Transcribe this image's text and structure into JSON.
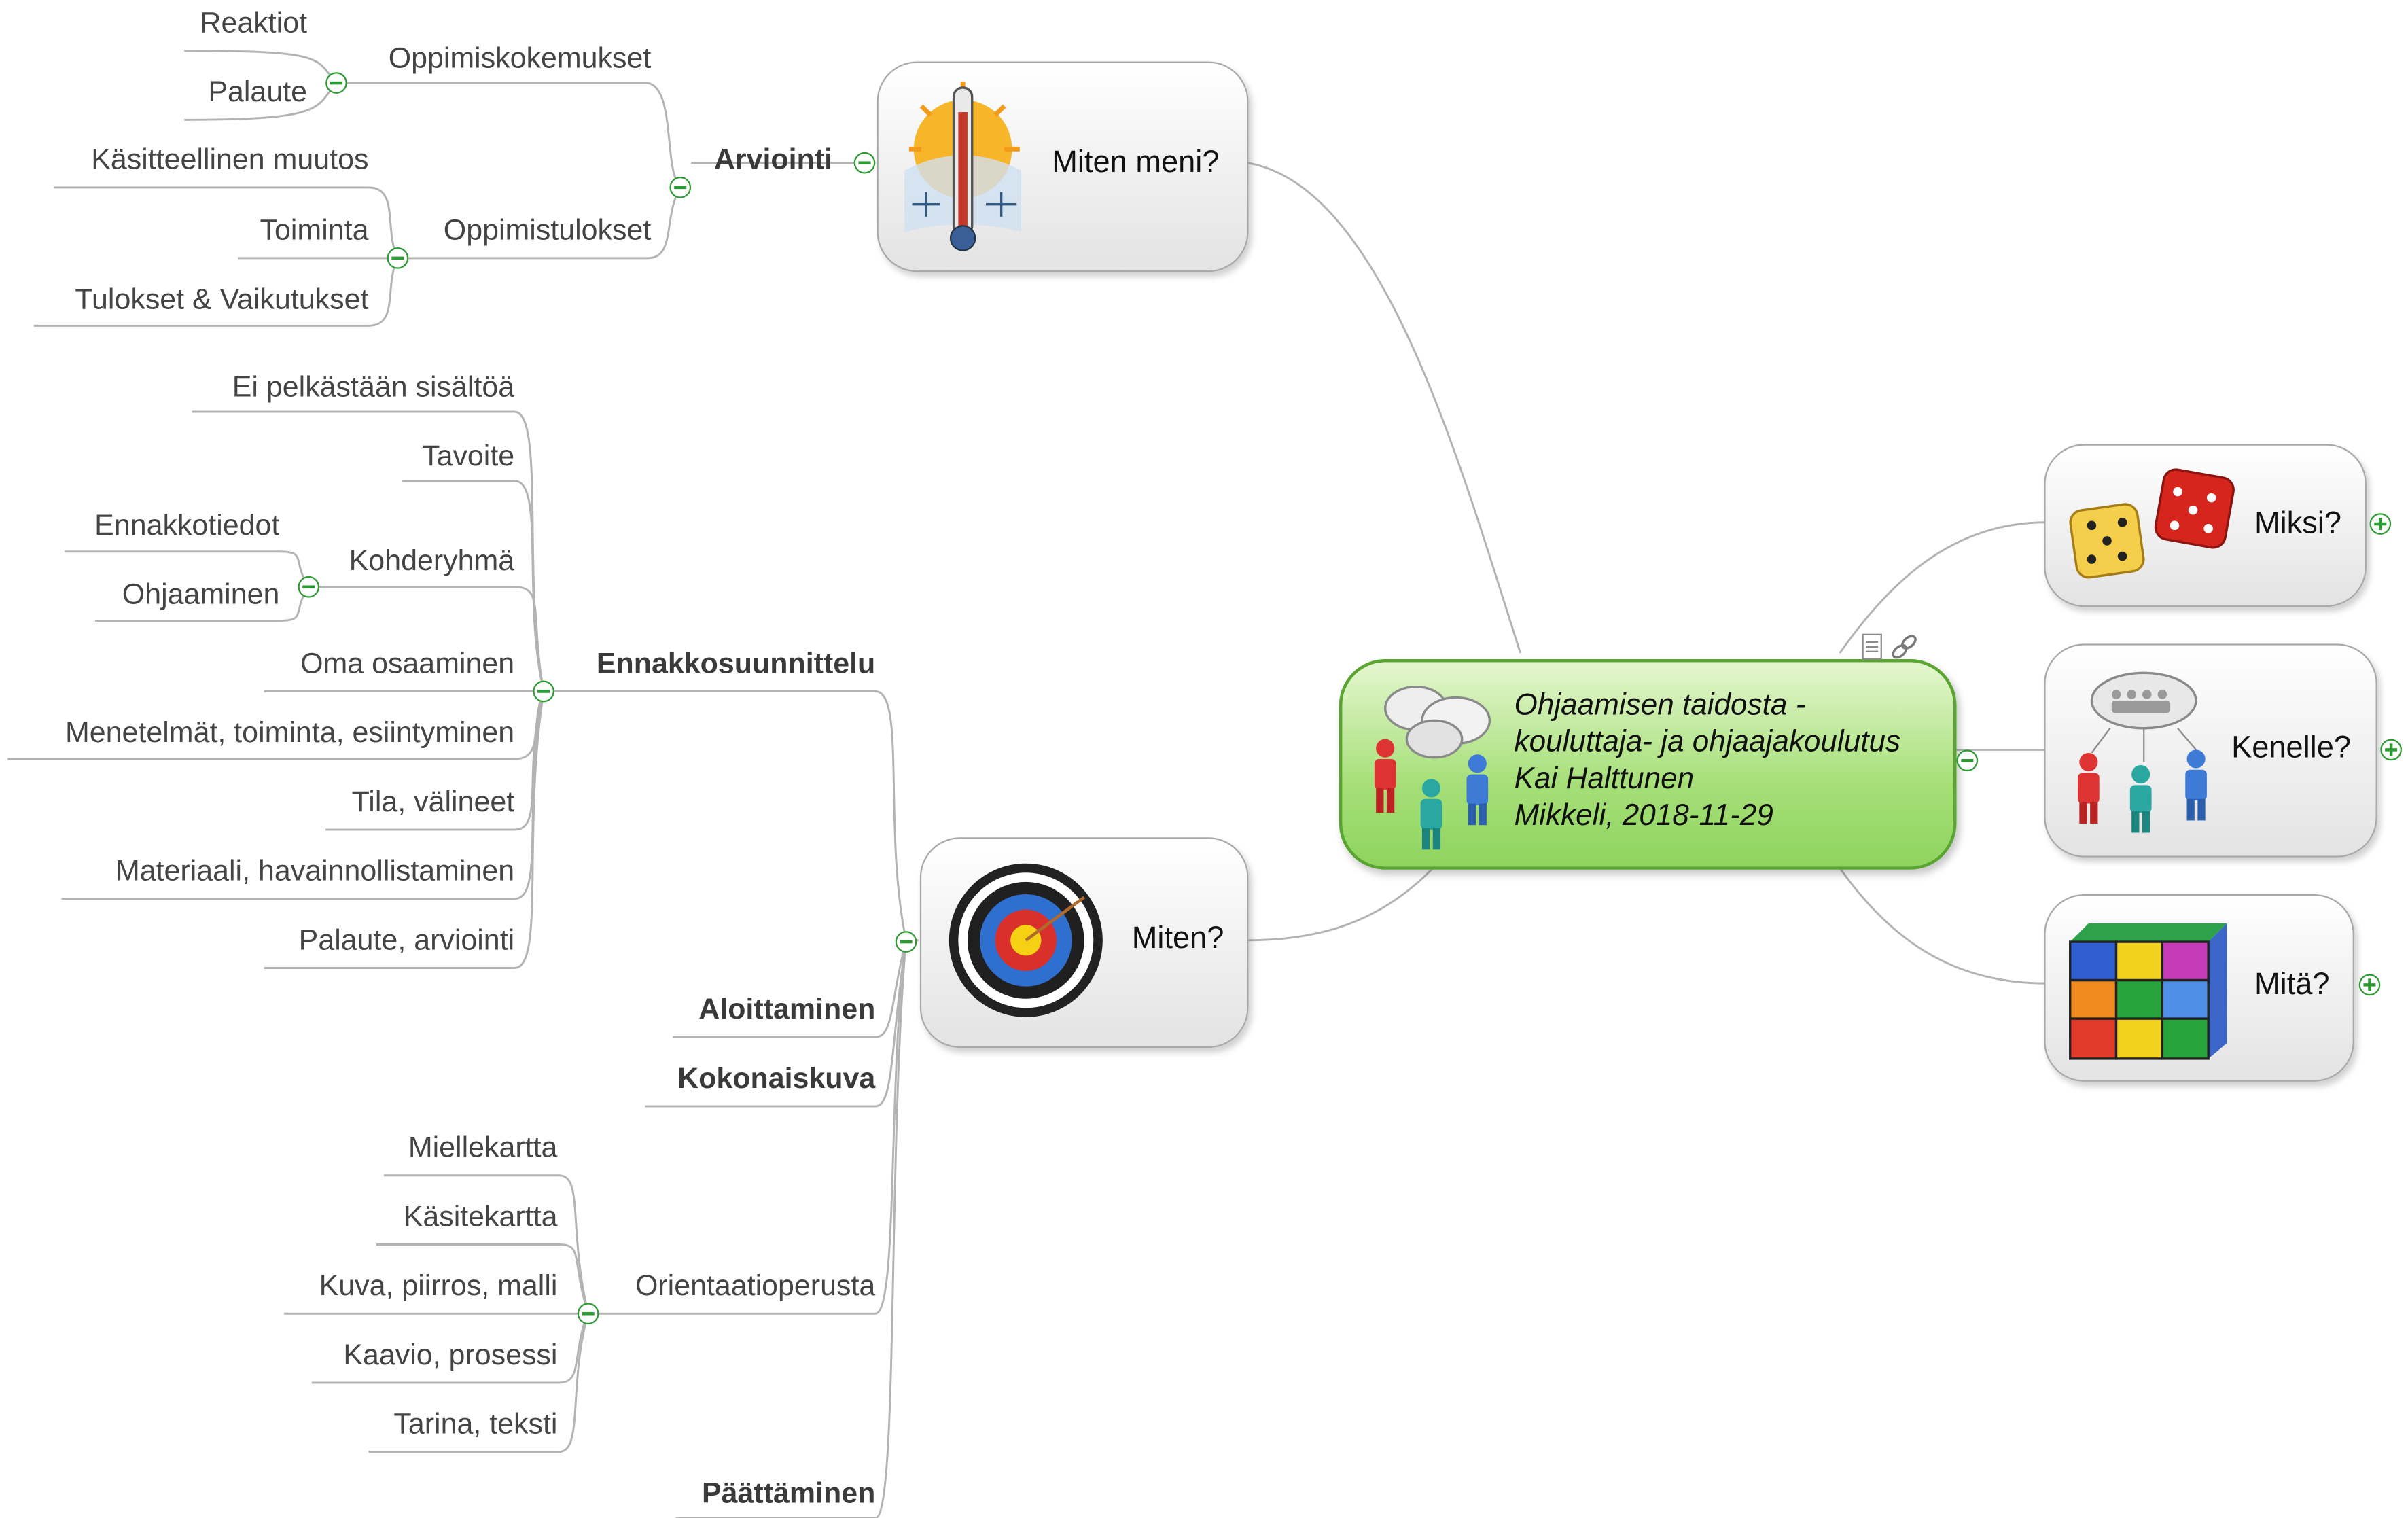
{
  "central": {
    "line1": "Ohjaamisen taidosta -",
    "line2": "kouluttaja- ja ohjaajakoulutus",
    "line3": "Kai Halttunen",
    "line4": "Mikkeli, 2018-11-29",
    "icon": "people-discussion-icon"
  },
  "topics": {
    "miten_meni": {
      "label": "Miten meni?",
      "icon": "thermometer-sun-icon"
    },
    "miten": {
      "label": "Miten?",
      "icon": "target-icon"
    },
    "miksi": {
      "label": "Miksi?",
      "icon": "dice-icon"
    },
    "kenelle": {
      "label": "Kenelle?",
      "icon": "audience-icon"
    },
    "mita": {
      "label": "Mitä?",
      "icon": "rubik-cube-icon"
    }
  },
  "arviointi": {
    "label": "Arviointi",
    "oppimiskokemukset": {
      "label": "Oppimiskokemukset",
      "children": [
        "Reaktiot",
        "Palaute"
      ]
    },
    "oppimistulokset": {
      "label": "Oppimistulokset",
      "children": [
        "Käsitteellinen muutos",
        "Toiminta",
        "Tulokset & Vaikutukset"
      ]
    }
  },
  "ennakko": {
    "label": "Ennakkosuunnittelu",
    "items": {
      "ei": "Ei pelkästään sisältöä",
      "tavoite": "Tavoite",
      "kohderyhma": "Kohderyhmä",
      "ennakkotiedot": "Ennakkotiedot",
      "ohjaaminen": "Ohjaaminen",
      "oma": "Oma osaaminen",
      "menetelmat": "Menetelmät, toiminta, esiintyminen",
      "tila": "Tila, välineet",
      "materiaali": "Materiaali, havainnollistaminen",
      "palaute": "Palaute, arviointi"
    }
  },
  "aloittaminen": "Aloittaminen",
  "kokonaiskuva": "Kokonaiskuva",
  "orientaatio": {
    "label": "Orientaatioperusta",
    "items": [
      "Miellekartta",
      "Käsitekartta",
      "Kuva, piirros, malli",
      "Kaavio, prosessi",
      "Tarina, teksti"
    ]
  },
  "paattaminen": "Päättäminen",
  "colors": {
    "central_fill": "#a6df78",
    "central_border": "#5aa532",
    "toggle": "#2e9a34",
    "branch": "#b0b0b0"
  }
}
